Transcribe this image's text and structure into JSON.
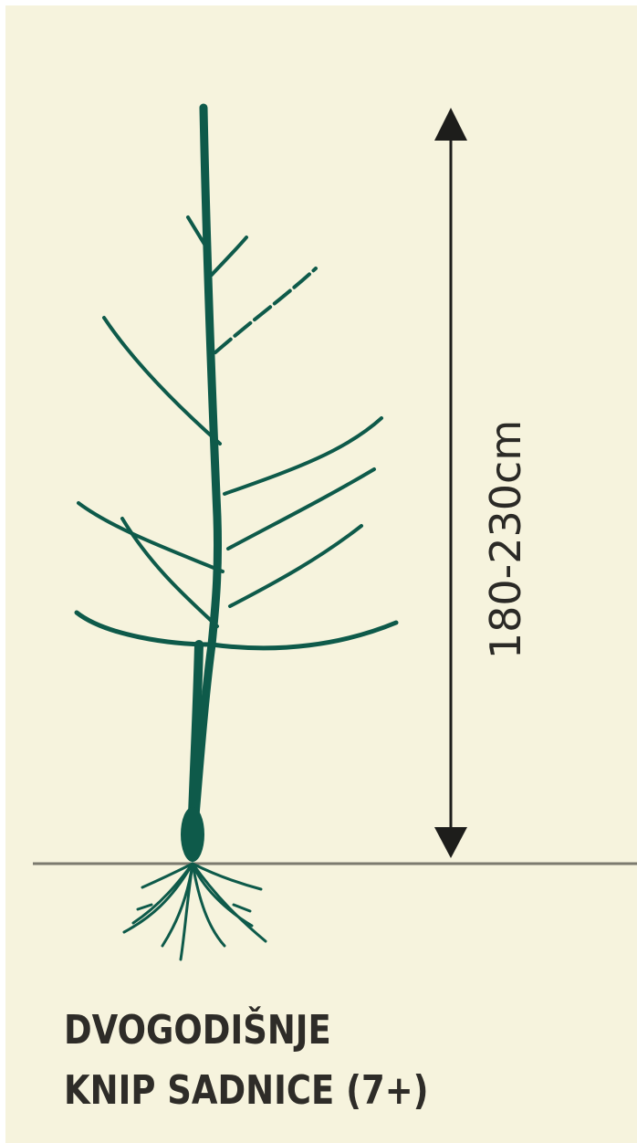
{
  "height_label": "180-230cm",
  "caption": {
    "line1": "DVOGODIŠNJE",
    "line2": "KNIP SADNICE (7+)"
  },
  "colors": {
    "background": "#f6f3dd",
    "tree": "#0e5a4a",
    "ground_line": "#7c7a6e",
    "dimension_line": "#1d1d1b",
    "text": "#2e2c28"
  }
}
